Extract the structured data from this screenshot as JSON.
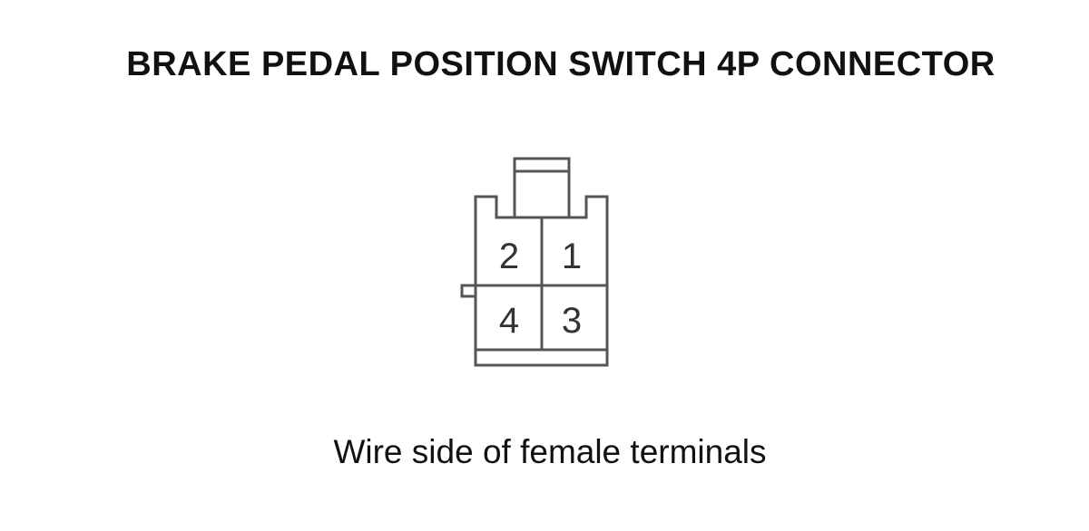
{
  "title": "BRAKE PEDAL POSITION SWITCH 4P CONNECTOR",
  "connector": {
    "terminals": [
      {
        "number": "2",
        "row": 1,
        "col": 1
      },
      {
        "number": "1",
        "row": 1,
        "col": 2
      },
      {
        "number": "4",
        "row": 2,
        "col": 1
      },
      {
        "number": "3",
        "row": 2,
        "col": 2
      }
    ]
  },
  "caption": "Wire side of female terminals",
  "colors": {
    "line": "#555555",
    "text": "#111111"
  }
}
